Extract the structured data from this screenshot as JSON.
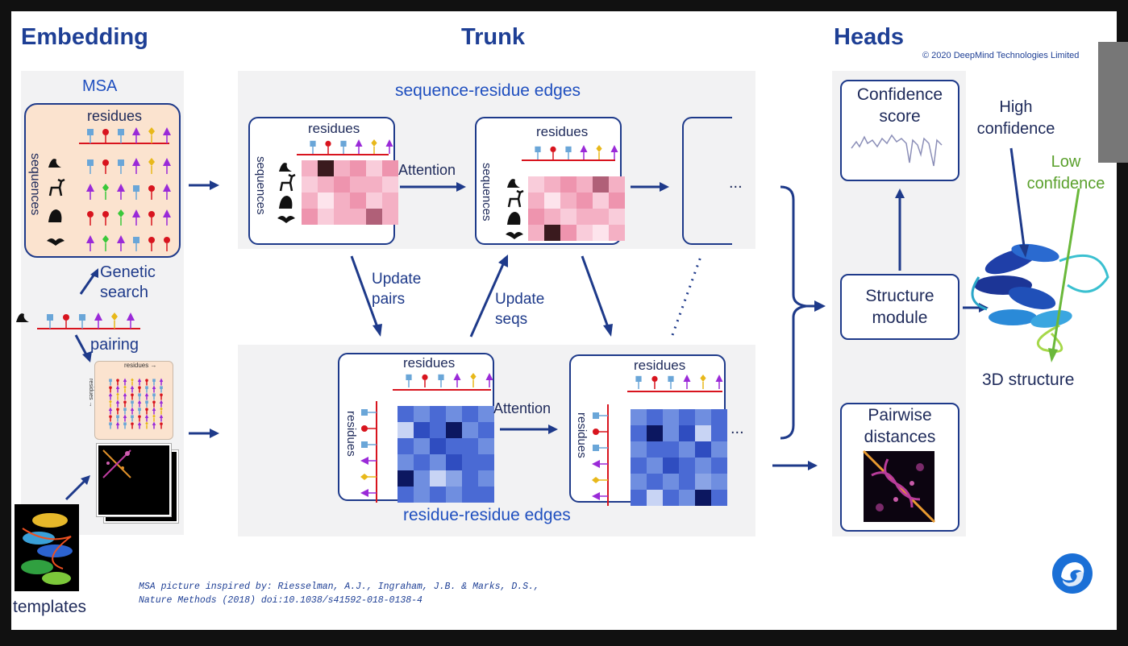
{
  "titles": {
    "embedding": "Embedding",
    "trunk": "Trunk",
    "heads": "Heads"
  },
  "copyright": "© 2020 DeepMind Technologies Limited",
  "embedding": {
    "msa": "MSA",
    "residues": "residues",
    "sequences": "sequences",
    "genetic_search": "Genetic\nsearch",
    "pairing": "pairing",
    "pair_residues_top": "residues →",
    "pair_residues_left": "residues →",
    "templates": "templates"
  },
  "trunk": {
    "seq_edges": "sequence-residue edges",
    "res_edges": "residue-residue edges",
    "residues": "residues",
    "sequences": "sequences",
    "attention": "Attention",
    "update_pairs": "Update\npairs",
    "update_seqs": "Update\nseqs",
    "ellipsis": "..."
  },
  "heads": {
    "confidence": "Confidence\nscore",
    "structure": "Structure\nmodule",
    "pairwise": "Pairwise\ndistances",
    "high_conf": "High\nconfidence",
    "low_conf": "Low\nconfidence",
    "structure3d": "3D structure"
  },
  "citation": [
    "MSA picture inspired by: Riesselman, A.J., Ingraham, J.B. & Marks, D.S.,",
    "Nature Methods (2018) doi:10.1038/s41592-018-0138-4"
  ],
  "colors": {
    "title": "#1e3f95",
    "panel_blue": "#1f4fbf",
    "low_conf": "#5aa02c",
    "arrow": "#1e3a8a"
  },
  "icons": [
    "sea-lion-icon",
    "deer-icon",
    "baboon-icon",
    "bat-icon",
    "deepmind-logo-icon"
  ]
}
